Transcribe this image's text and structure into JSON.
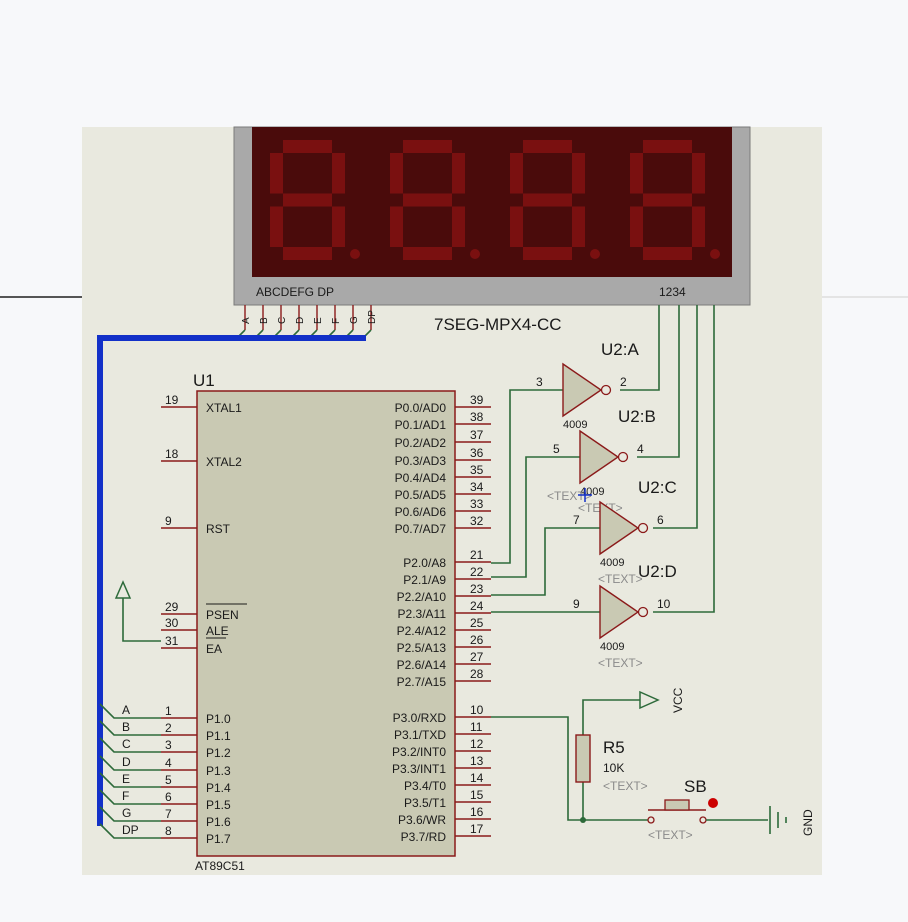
{
  "display": {
    "name": "7SEG-MPX4-CC",
    "seg_label": "ABCDEFG  DP",
    "digit_label": "1234",
    "seg_pins": [
      "A",
      "B",
      "C",
      "D",
      "E",
      "F",
      "G",
      "DP"
    ]
  },
  "mcu": {
    "ref": "U1",
    "part": "AT89C51",
    "left_pins": [
      {
        "num": "19",
        "label": "XTAL1"
      },
      {
        "num": "18",
        "label": "XTAL2"
      },
      {
        "num": "9",
        "label": "RST"
      },
      {
        "num": "29",
        "label": "PSEN"
      },
      {
        "num": "30",
        "label": "ALE"
      },
      {
        "num": "31",
        "label": "EA"
      },
      {
        "num": "1",
        "label": "P1.0"
      },
      {
        "num": "2",
        "label": "P1.1"
      },
      {
        "num": "3",
        "label": "P1.2"
      },
      {
        "num": "4",
        "label": "P1.3"
      },
      {
        "num": "5",
        "label": "P1.4"
      },
      {
        "num": "6",
        "label": "P1.5"
      },
      {
        "num": "7",
        "label": "P1.6"
      },
      {
        "num": "8",
        "label": "P1.7"
      }
    ],
    "right_pins": [
      {
        "num": "39",
        "label": "P0.0/AD0"
      },
      {
        "num": "38",
        "label": "P0.1/AD1"
      },
      {
        "num": "37",
        "label": "P0.2/AD2"
      },
      {
        "num": "36",
        "label": "P0.3/AD3"
      },
      {
        "num": "35",
        "label": "P0.4/AD4"
      },
      {
        "num": "34",
        "label": "P0.5/AD5"
      },
      {
        "num": "33",
        "label": "P0.6/AD6"
      },
      {
        "num": "32",
        "label": "P0.7/AD7"
      },
      {
        "num": "21",
        "label": "P2.0/A8"
      },
      {
        "num": "22",
        "label": "P2.1/A9"
      },
      {
        "num": "23",
        "label": "P2.2/A10"
      },
      {
        "num": "24",
        "label": "P2.3/A11"
      },
      {
        "num": "25",
        "label": "P2.4/A12"
      },
      {
        "num": "26",
        "label": "P2.5/A13"
      },
      {
        "num": "27",
        "label": "P2.6/A14"
      },
      {
        "num": "28",
        "label": "P2.7/A15"
      },
      {
        "num": "10",
        "label": "P3.0/RXD"
      },
      {
        "num": "11",
        "label": "P3.1/TXD"
      },
      {
        "num": "12",
        "label": "P3.2/INT0"
      },
      {
        "num": "13",
        "label": "P3.3/INT1"
      },
      {
        "num": "14",
        "label": "P3.4/T0"
      },
      {
        "num": "15",
        "label": "P3.5/T1"
      },
      {
        "num": "16",
        "label": "P3.6/WR"
      },
      {
        "num": "17",
        "label": "P3.7/RD"
      }
    ]
  },
  "bus_labels": [
    "A",
    "B",
    "C",
    "D",
    "E",
    "F",
    "G",
    "DP"
  ],
  "gates": [
    {
      "ref": "U2:A",
      "part": "4009",
      "in": "3",
      "out": "2"
    },
    {
      "ref": "U2:B",
      "part": "4009",
      "in": "5",
      "out": "4",
      "text": "<TEXT>"
    },
    {
      "ref": "U2:C",
      "part": "4009",
      "in": "7",
      "out": "6",
      "text": "<TEXT>"
    },
    {
      "ref": "U2:D",
      "part": "4009",
      "in": "9",
      "out": "10",
      "text": "<TEXT>"
    }
  ],
  "resistor": {
    "ref": "R5",
    "value": "10K",
    "text": "<TEXT>"
  },
  "button": {
    "ref": "SB",
    "text": "<TEXT>"
  },
  "power": {
    "vcc": "VCC",
    "gnd": "GND"
  },
  "extra_text": "<TEXT>",
  "colors": {
    "canvas": "#e9e9df",
    "bus": "#1230c8",
    "wire": "#2d6a3a",
    "chip": "#c9c9b3",
    "display_bg": "#5a0d0d"
  }
}
